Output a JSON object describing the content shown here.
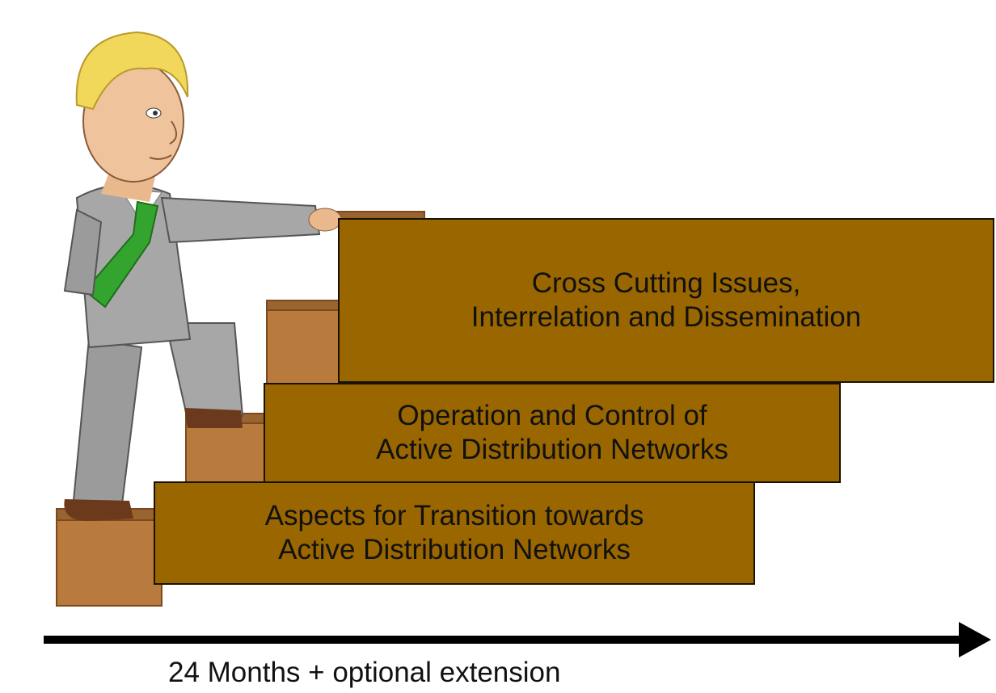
{
  "steps": [
    {
      "line1": "Cross Cutting Issues,",
      "line2": "Interrelation and Dissemination"
    },
    {
      "line1": "Operation and Control of",
      "line2": "Active Distribution Networks"
    },
    {
      "line1": "Aspects for Transition towards",
      "line2": "Active Distribution Networks"
    }
  ],
  "timeline": {
    "label": "24 Months + optional extension"
  },
  "colors": {
    "box_fill": "#996600",
    "box_border": "#1a1200",
    "arrow": "#000000",
    "tie": "#33a52e",
    "suit": "#a7a7a7",
    "hair": "#f2d85a",
    "stairs": "#b87a3d"
  },
  "illustration": {
    "icon": "businessman-climbing-stairs-icon"
  }
}
